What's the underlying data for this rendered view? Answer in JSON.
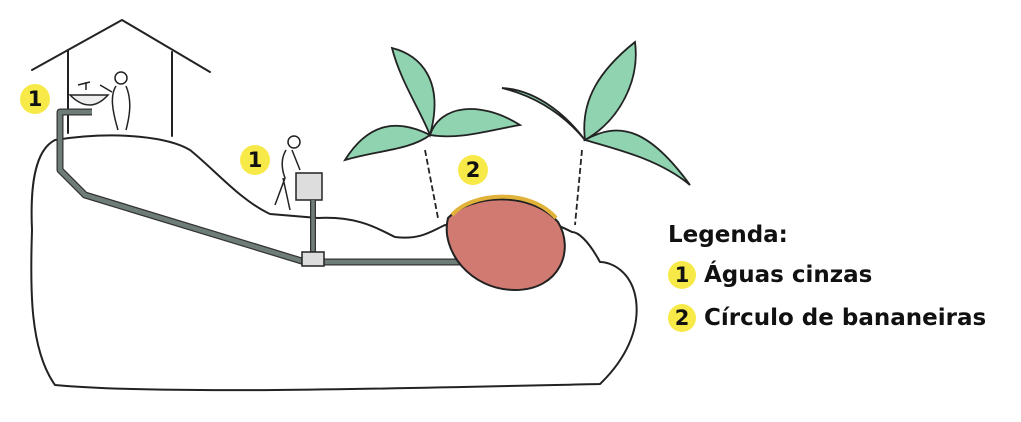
{
  "diagram": {
    "badges": [
      {
        "id": "house-sink",
        "label": "1"
      },
      {
        "id": "washing-station",
        "label": "1"
      },
      {
        "id": "banana-circle",
        "label": "2"
      }
    ],
    "colors": {
      "badge": "#f7ea48",
      "leaf": "#8fd3b0",
      "pit": "#d07a72",
      "mulch": "#e0b23a",
      "pipe": "#6f7d79"
    }
  },
  "legend": {
    "title": "Legenda:",
    "items": [
      {
        "badge": "1",
        "label": "Águas cinzas"
      },
      {
        "badge": "2",
        "label": "Círculo de bananeiras"
      }
    ]
  }
}
